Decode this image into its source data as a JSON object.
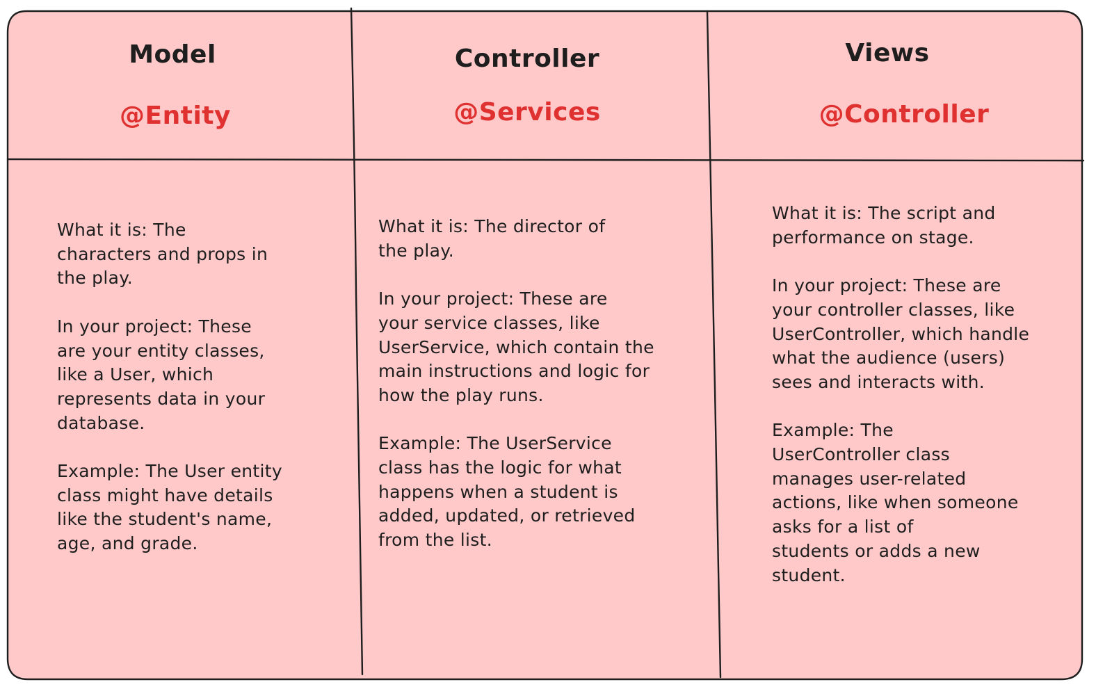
{
  "colors": {
    "background": "#ffc9c9",
    "stroke": "#1e1e1e",
    "annotation": "#e03131",
    "text": "#1e1e1e"
  },
  "columns": [
    {
      "title": "Model",
      "annotation": "@Entity",
      "paragraphs": [
        "What it is: The\ncharacters and props in\nthe play.",
        "In your project: These\nare your entity classes,\nlike a User, which\nrepresents data in your\ndatabase.",
        "Example: The User entity\nclass might have details\nlike the student's name,\nage, and grade."
      ]
    },
    {
      "title": "Controller",
      "annotation": "@Services",
      "paragraphs": [
        "What it is: The director of\nthe play.",
        "In your project: These are\nyour service classes, like\nUserService, which contain the\nmain instructions and logic for\nhow the play runs.",
        "Example: The UserService\nclass has the logic for what\nhappens when a student is\nadded, updated, or retrieved\nfrom the list."
      ]
    },
    {
      "title": "Views",
      "annotation": "@Controller",
      "paragraphs": [
        "What it is: The script and\nperformance on stage.",
        "In your project: These are\nyour controller classes, like\nUserController, which handle\nwhat the audience (users)\nsees and interacts with.",
        "Example: The\nUserController class\nmanages user-related\nactions, like when someone\nasks for a list of\nstudents or adds a new\nstudent."
      ]
    }
  ]
}
